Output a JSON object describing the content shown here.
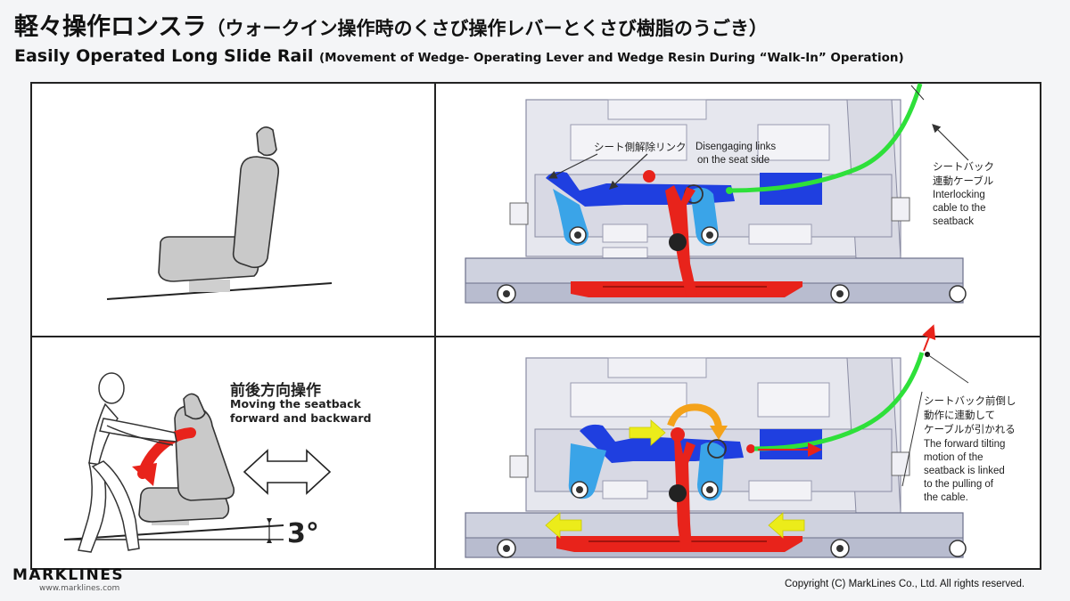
{
  "header": {
    "title_ja_main": "軽々操作ロンスラ",
    "title_ja_sub": "（ウォークイン操作時のくさび操作レバーとくさび樹脂のうごき）",
    "title_en_main": "Easily Operated Long Slide Rail",
    "title_en_sub": "(Movement of Wedge- Operating Lever and Wedge Resin During “Walk-In” Operation)"
  },
  "panel_bl": {
    "heading_ja": "前後方向操作",
    "desc_en_1": "Moving the seatback",
    "desc_en_2": "forward and backward",
    "angle": "3°"
  },
  "panel_tr": {
    "release_link_ja": "シート側解除リンク",
    "release_link_en_1": "Disengaging links",
    "release_link_en_2": "on the seat side",
    "cable_ja_1": "シートバック",
    "cable_ja_2": "連動ケーブル",
    "cable_en_1": "Interlocking",
    "cable_en_2": "cable to the",
    "cable_en_3": "seatback"
  },
  "panel_br": {
    "note_ja_1": "シートバック前倒し",
    "note_ja_2": "動作に連動して",
    "note_ja_3": "ケーブルが引かれる",
    "note_en_1": "The forward tilting",
    "note_en_2": "motion of the",
    "note_en_3": "seatback is linked",
    "note_en_4": "to the pulling of",
    "note_en_5": "the cable."
  },
  "footer": {
    "logo": "MARKLINES",
    "url": "www.marklines.com",
    "copyright": "Copyright (C) MarkLines Co., Ltd. All rights reserved."
  },
  "colors": {
    "lever_red": "#e8231b",
    "link_blue": "#1f3fe0",
    "link_cyan": "#3aa4e8",
    "cable_green": "#2ee03a",
    "arrow_yellow": "#ecec1a",
    "arrow_orange": "#f4a21a"
  }
}
